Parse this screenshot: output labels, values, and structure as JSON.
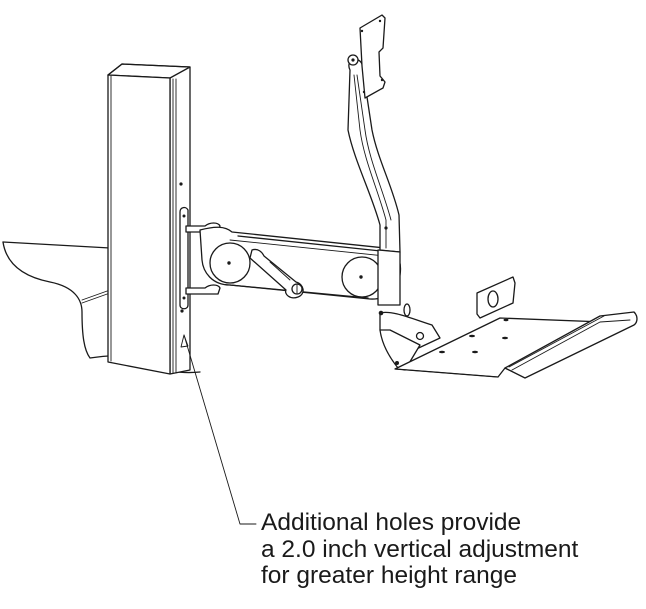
{
  "figure": {
    "subject": "Monitor and keyboard tray arm mounted on vertical post",
    "parts": [
      "vertical-post",
      "wall-bracket",
      "articulating-arm",
      "monitor-arm",
      "vesa-plate",
      "keyboard-tray",
      "desk-surface"
    ]
  },
  "callout": {
    "lines": [
      "Additional holes provide",
      "a 2.0 inch vertical adjustment",
      "for greater height range"
    ],
    "target": "adjustment-holes"
  },
  "colors": {
    "line": "#1a1a1a",
    "background": "#ffffff"
  }
}
